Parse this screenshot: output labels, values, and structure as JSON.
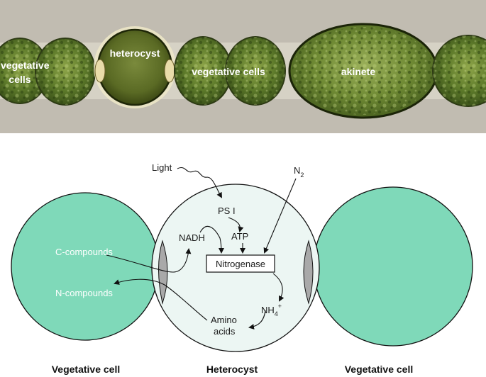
{
  "micrograph": {
    "labels": {
      "vegetative_left_1": "vegetative",
      "vegetative_left_2": "cells",
      "heterocyst": "heterocyst",
      "vegetative_middle": "vegetative cells",
      "akinete": "akinete"
    }
  },
  "diagram": {
    "inputs": {
      "light": "Light",
      "n2_base": "N",
      "n2_sub": "2"
    },
    "heterocyst_contents": {
      "ps1": "PS I",
      "atp": "ATP",
      "nadh": "NADH",
      "nitrogenase": "Nitrogenase",
      "nh4_base": "NH",
      "nh4_sub": "4",
      "nh4_sup": "+",
      "amino_line1": "Amino",
      "amino_line2": "acids"
    },
    "vegetative_contents": {
      "c_compounds": "C-compounds",
      "n_compounds": "N-compounds"
    },
    "captions": {
      "left": "Vegetative cell",
      "center": "Heterocyst",
      "right": "Vegetative cell"
    },
    "colors": {
      "vegetative_fill": "#7fd9b9",
      "heterocyst_fill": "#ecf6f3",
      "pore_fill": "#a9a9a9"
    }
  }
}
